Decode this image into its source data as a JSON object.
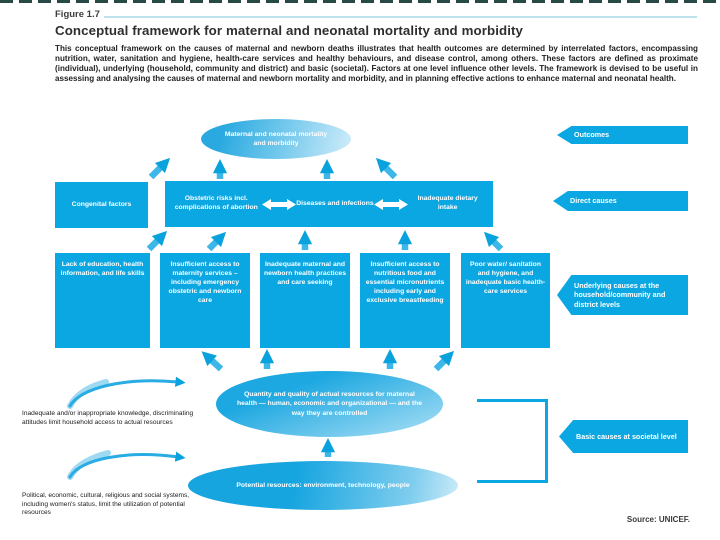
{
  "colors": {
    "primary_blue": "#0ba7e2",
    "light_rule_blue": "#bfe2ef",
    "dash_border": "#274a47",
    "text_dark": "#2e2e2e",
    "box_text": "#ffffff"
  },
  "header": {
    "figure_label": "Figure 1.7",
    "title": "Conceptual framework for maternal and neonatal mortality and morbidity",
    "description": "This conceptual framework on the causes of maternal and newborn deaths illustrates that health outcomes are determined by interrelated factors, encompassing nutrition, water, sanitation and hygiene, health-care services and healthy behaviours, and disease control, among others. These factors are defined as proximate (individual), underlying (household, community and district) and basic (societal). Factors at one level influence other levels. The framework is devised to be useful in assessing and analysing the causes of maternal and newborn mortality and morbidity, and in planning effective actions to enhance maternal and neonatal health."
  },
  "diagram": {
    "outcome_oval": "Maternal and neonatal mortality and morbidity",
    "direct": {
      "congenital": "Congenital factors",
      "obstetric": "Obstetric risks incl. complications of abortion",
      "diseases": "Diseases and infections",
      "dietary": "Inadequate dietary intake"
    },
    "underlying": [
      "Lack of education, health information, and life skills",
      "Insufficient access to maternity services – including emergency obstetric and newborn care",
      "Inadequate maternal and newborn health practices and care seeking",
      "Insufficient access to nutritious food and essential micronutrients including early and exclusive breastfeeding",
      "Poor water/ sanitation and hygiene, and inadequate basic health-care services"
    ],
    "resources_oval": "Quantity and quality of actual resources for maternal health — human, economic and organizational — and the way they are controlled",
    "potential_oval": "Potential resources: environment, technology, people",
    "levels": {
      "outcomes": "Outcomes",
      "direct": "Direct causes",
      "underlying": "Underlying causes at the household/community and district levels",
      "basic": "Basic causes at societal level"
    },
    "annotations": {
      "knowledge": "Inadequate and/or inappropriate knowledge, discriminating attitudes limit household access to actual resources",
      "political": "Political, economic, cultural, religious and social systems, including women's status, limit the utilization of potential resources"
    },
    "source": "Source: UNICEF."
  }
}
